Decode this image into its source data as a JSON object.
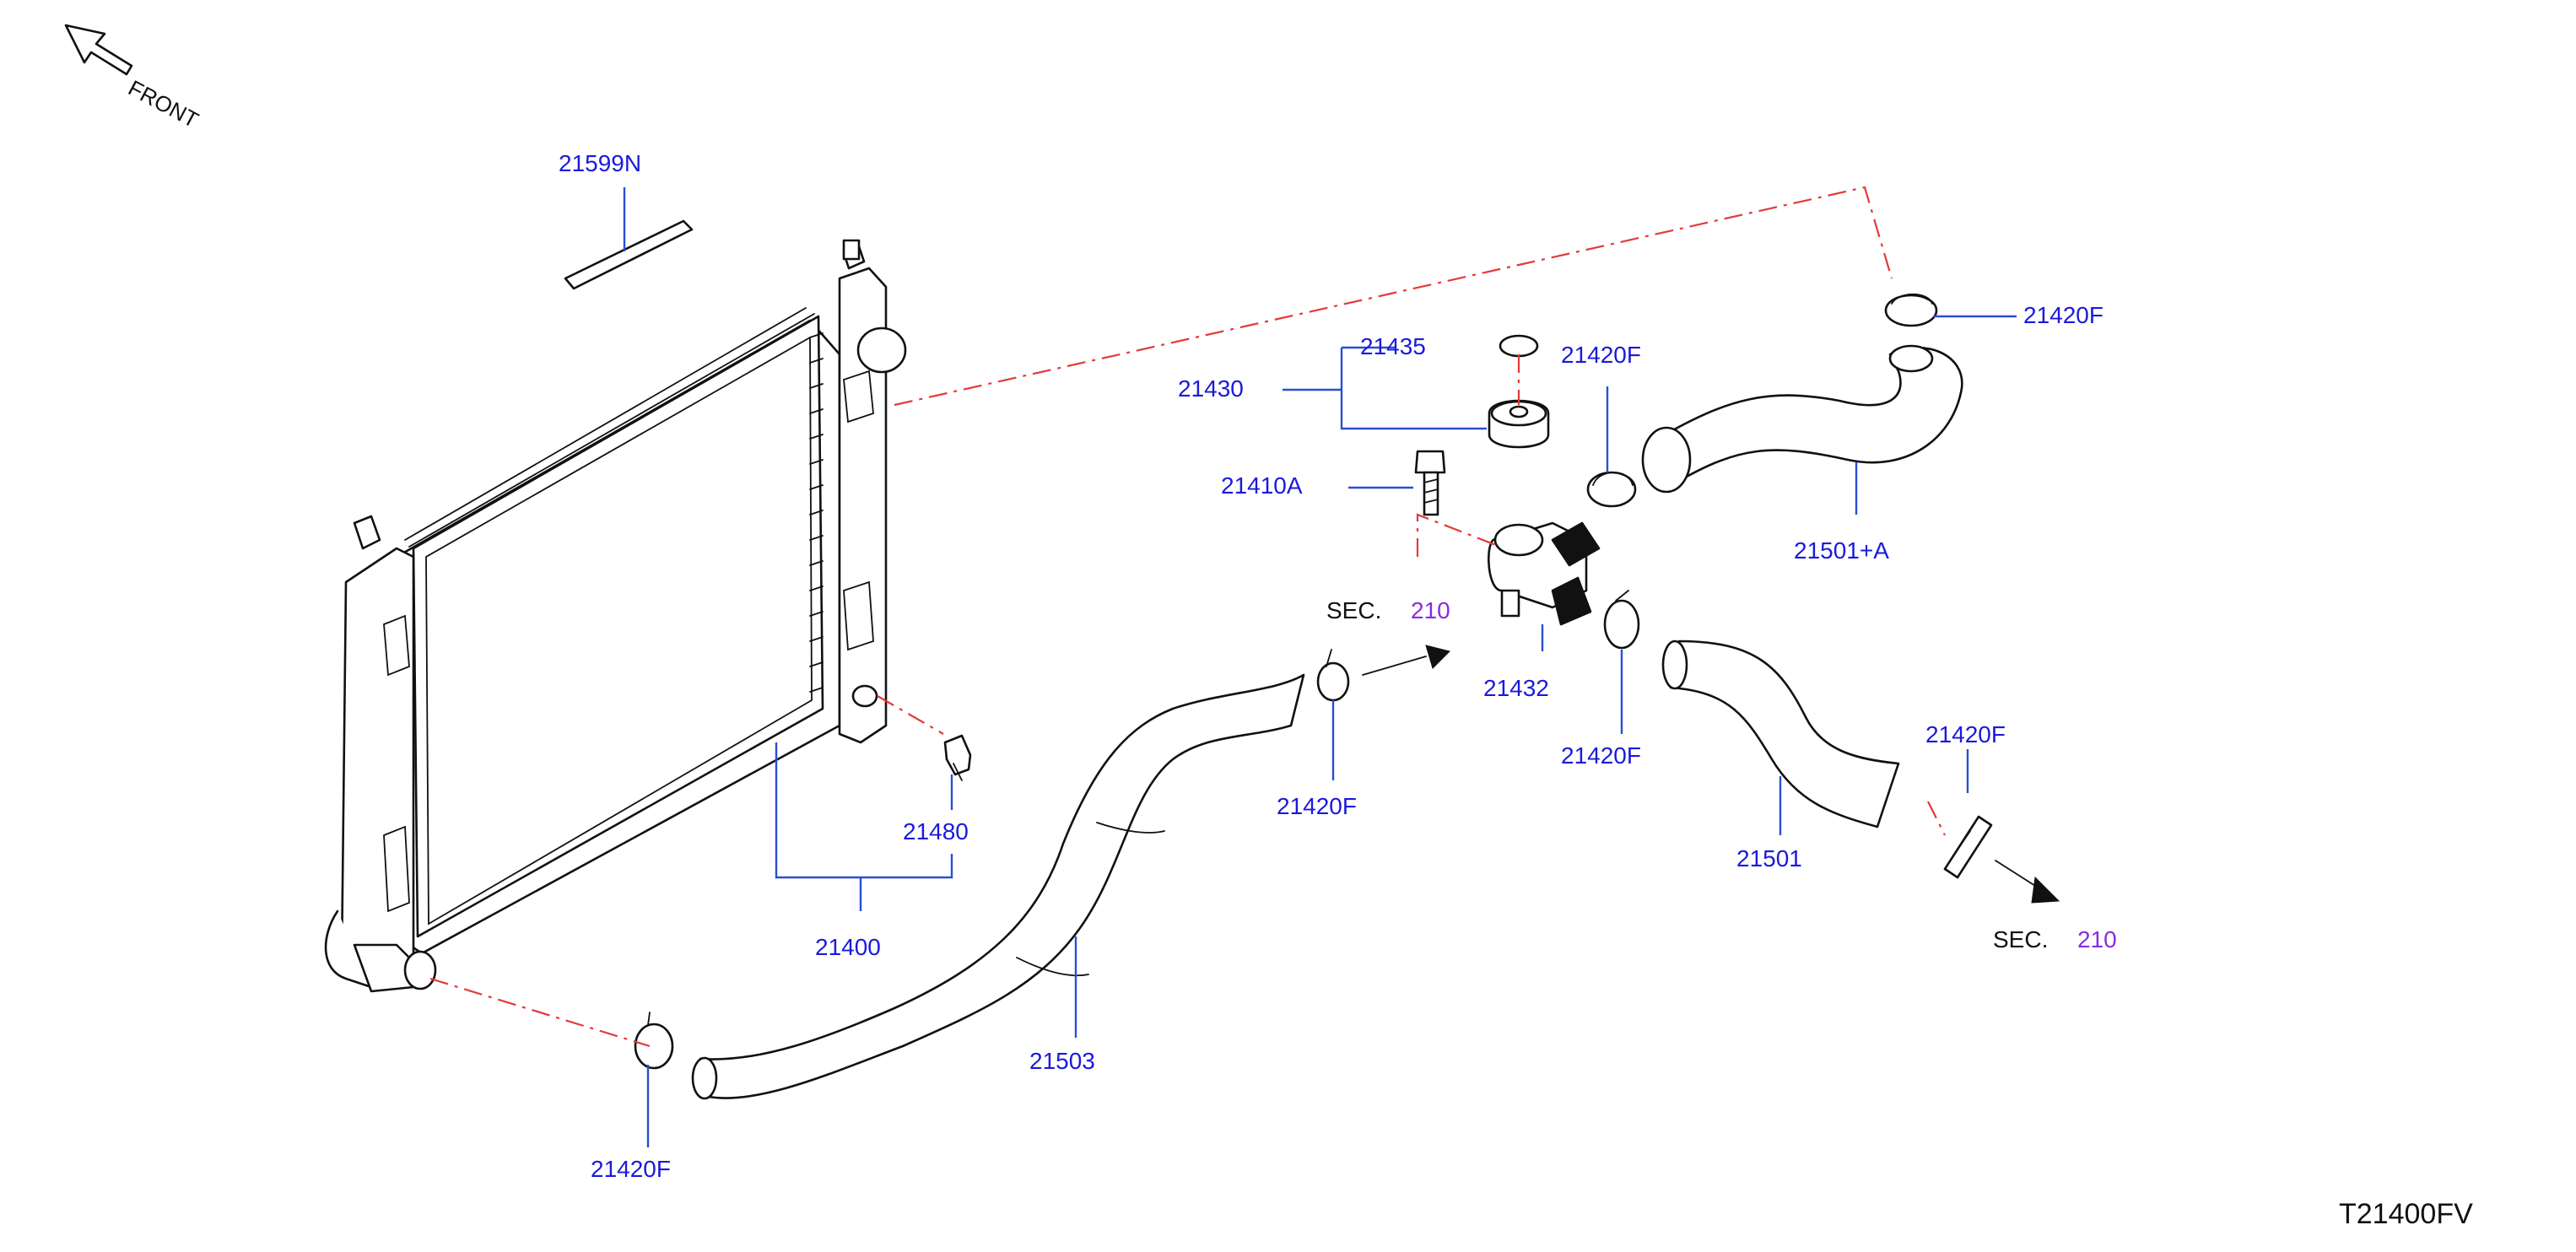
{
  "diagram": {
    "front_label": "FRONT",
    "drawing_code": "T21400FV",
    "sec_text": "SEC.",
    "sec_number": "210",
    "parts": {
      "p21599N": "21599N",
      "p21435": "21435",
      "p21430": "21430",
      "p21410A": "21410A",
      "p21420F_top_left": "21420F",
      "p21420F_top_right": "21420F",
      "p21501A": "21501+A",
      "p21432": "21432",
      "p21420F_mid": "21420F",
      "p21420F_lower_mid": "21420F",
      "p21480": "21480",
      "p21400": "21400",
      "p21503": "21503",
      "p21420F_bottom": "21420F",
      "p21501": "21501",
      "p21420F_right": "21420F"
    }
  },
  "colors": {
    "label_blue": "#1a1adc",
    "sec_purple": "#8a2be2",
    "leader_blue": "#2a4fd0",
    "dashed_red": "#e23a3a",
    "line_black": "#111111"
  }
}
